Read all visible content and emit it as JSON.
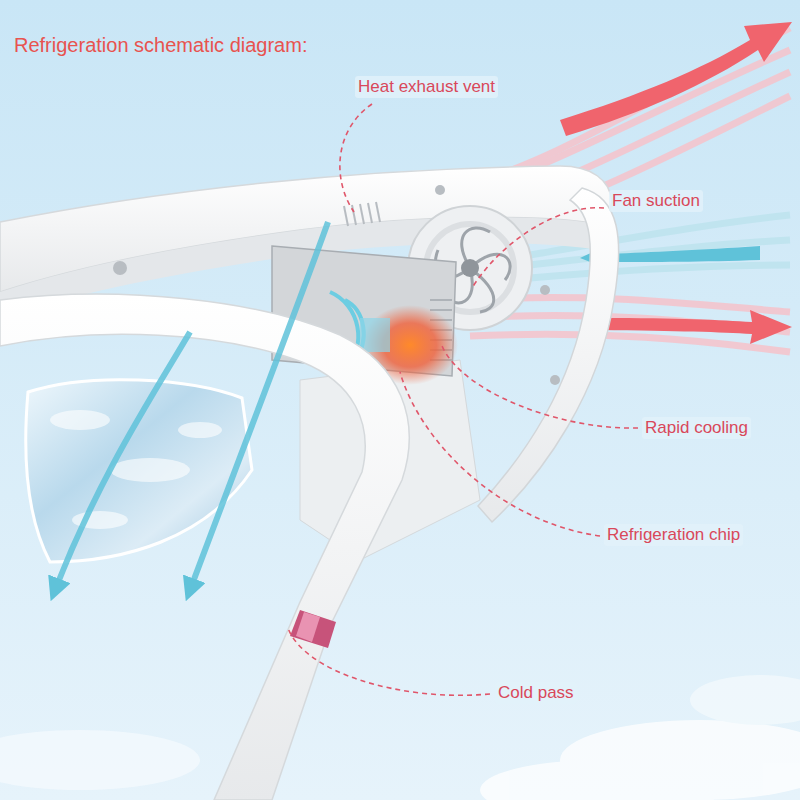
{
  "diagram": {
    "title": "Refrigeration schematic diagram:",
    "labels": [
      "Heat exhaust vent",
      "Fan suction",
      "Rapid cooling",
      "Refrigeration chip",
      "Cold pass"
    ]
  }
}
